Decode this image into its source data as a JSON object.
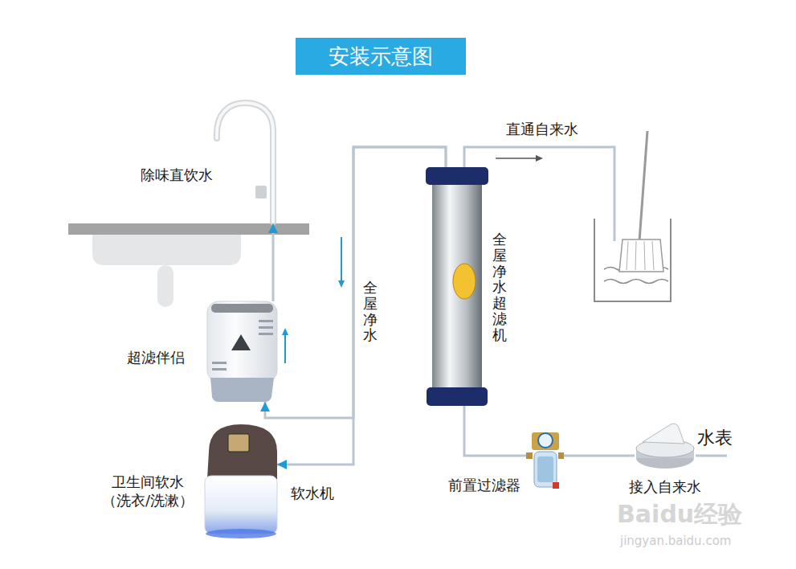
{
  "diagram": {
    "title": "安装示意图",
    "nodes": [
      {
        "text": [
          "除味直饮水"
        ]
      },
      {
        "text": [
          "全屋净水超滤机"
        ]
      },
      {
        "text": [
          "超滤伴侣"
        ]
      },
      {
        "text": [
          "卫生间软水 （洗衣/洗漱）",
          "软水机"
        ]
      },
      {
        "text": [
          "前置过滤器"
        ]
      },
      {
        "text": [
          "水表",
          "接入自来水"
        ]
      }
    ],
    "edges": [
      {
        "from": 5,
        "to": 4,
        "arrow": "none"
      },
      {
        "from": 4,
        "to": 1,
        "arrow": "none"
      },
      {
        "from": 1,
        "to": 3,
        "arrow": "to",
        "label": "全屋净水"
      },
      {
        "from": 1,
        "to": 2,
        "arrow": "to"
      },
      {
        "from": 2,
        "to": 0,
        "arrow": "to"
      }
    ],
    "labels": [
      "直通自来水",
      "Baidu经验",
      "jingyan.baidu.com"
    ]
  }
}
